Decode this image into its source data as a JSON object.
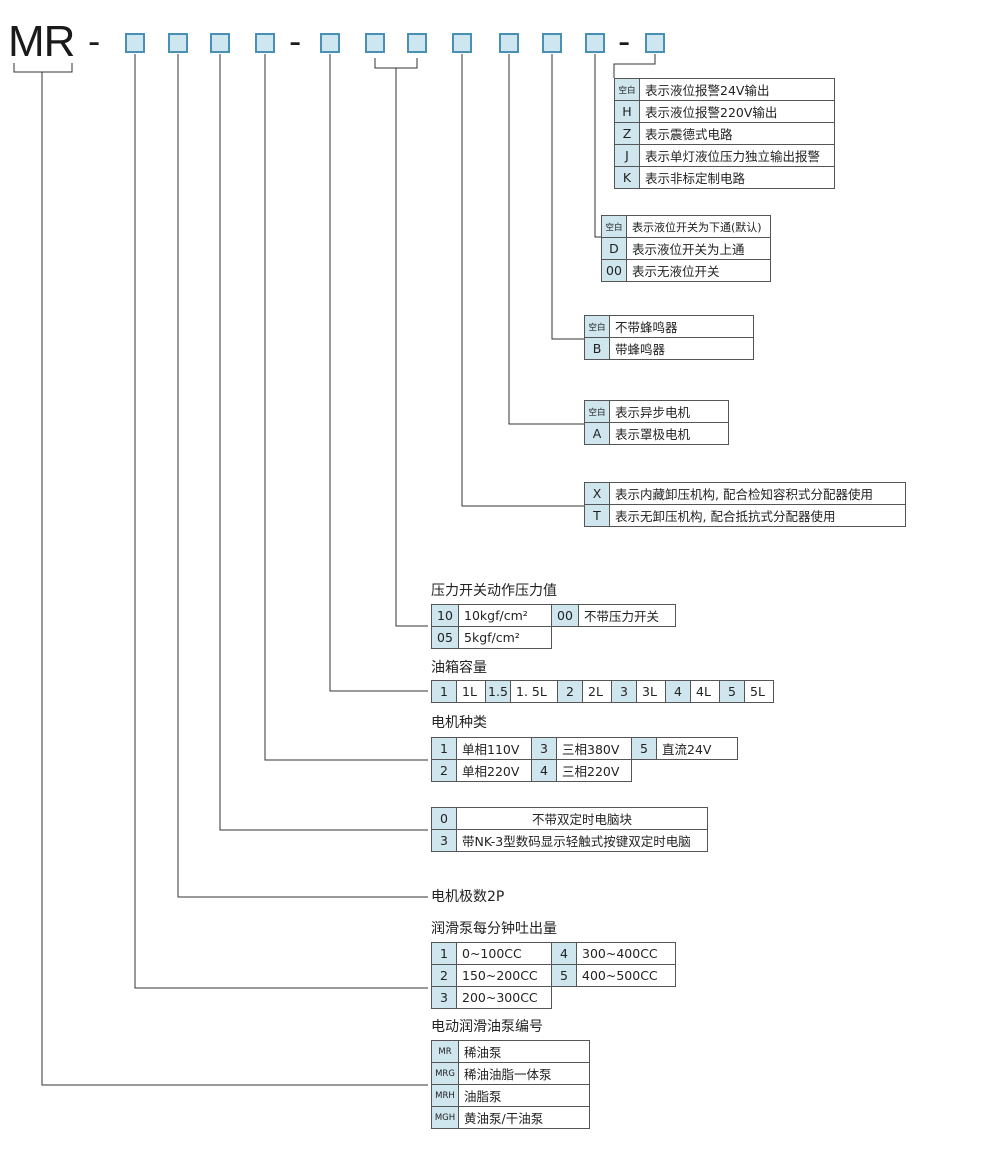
{
  "prefix": "MR",
  "dash": "-",
  "group_a": {
    "rows": [
      {
        "code": "空白",
        "text": "表示液位报警24V输出"
      },
      {
        "code": "H",
        "text": "表示液位报警220V输出"
      },
      {
        "code": "Z",
        "text": "表示震德式电路"
      },
      {
        "code": "J",
        "text": "表示单灯液位压力独立输出报警"
      },
      {
        "code": "K",
        "text": "表示非标定制电路"
      }
    ]
  },
  "group_b": {
    "rows": [
      {
        "code": "空白",
        "text": "表示液位开关为下通(默认)"
      },
      {
        "code": "D",
        "text": "表示液位开关为上通"
      },
      {
        "code": "00",
        "text": "表示无液位开关"
      }
    ]
  },
  "group_c": {
    "rows": [
      {
        "code": "空白",
        "text": "不带蜂鸣器"
      },
      {
        "code": "B",
        "text": "带蜂鸣器"
      }
    ]
  },
  "group_d": {
    "rows": [
      {
        "code": "空白",
        "text": "表示异步电机"
      },
      {
        "code": "A",
        "text": "表示罩极电机"
      }
    ]
  },
  "group_e": {
    "rows": [
      {
        "code": "X",
        "text": "表示内藏卸压机构, 配合检知容积式分配器使用"
      },
      {
        "code": "T",
        "text": "表示无卸压机构, 配合抵抗式分配器使用"
      }
    ]
  },
  "pressure": {
    "title": "压力开关动作压力值",
    "r1": {
      "c1": "10",
      "t1": "10kgf/cm²",
      "c2": "00",
      "t2": "不带压力开关"
    },
    "r2": {
      "c1": "05",
      "t1": "5kgf/cm²"
    }
  },
  "tank": {
    "title": "油箱容量",
    "cells": [
      {
        "code": "1",
        "val": "1L"
      },
      {
        "code": "1.5",
        "val": "1. 5L"
      },
      {
        "code": "2",
        "val": "2L"
      },
      {
        "code": "3",
        "val": "3L"
      },
      {
        "code": "4",
        "val": "4L"
      },
      {
        "code": "5",
        "val": "5L"
      }
    ]
  },
  "motor": {
    "title": "电机种类",
    "r1": [
      {
        "code": "1",
        "val": "单相110V"
      },
      {
        "code": "3",
        "val": "三相380V"
      },
      {
        "code": "5",
        "val": "直流24V"
      }
    ],
    "r2": [
      {
        "code": "2",
        "val": "单相220V"
      },
      {
        "code": "4",
        "val": "三相220V"
      }
    ]
  },
  "timer": {
    "rows": [
      {
        "code": "0",
        "text": "不带双定时电脑块"
      },
      {
        "code": "3",
        "text": "带NK-3型数码显示轻触式按键双定时电脑"
      }
    ]
  },
  "poles": {
    "title": "电机极数2P"
  },
  "output": {
    "title": "润滑泵每分钟吐出量",
    "r1": [
      {
        "code": "1",
        "val": "0~100CC"
      },
      {
        "code": "4",
        "val": "300~400CC"
      }
    ],
    "r2": [
      {
        "code": "2",
        "val": "150~200CC"
      },
      {
        "code": "5",
        "val": "400~500CC"
      }
    ],
    "r3": [
      {
        "code": "3",
        "val": "200~300CC"
      }
    ]
  },
  "pump": {
    "title": "电动润滑油泵编号",
    "rows": [
      {
        "code": "MR",
        "text": "稀油泵"
      },
      {
        "code": "MRG",
        "text": "稀油油脂一体泵"
      },
      {
        "code": "MRH",
        "text": "油脂泵"
      },
      {
        "code": "MGH",
        "text": "黄油泵/干油泵"
      }
    ]
  },
  "colors": {
    "box_fill": "#cde6f0",
    "box_border": "#4a90b5",
    "code_cell": "#cfe6ee",
    "line": "#333333"
  }
}
